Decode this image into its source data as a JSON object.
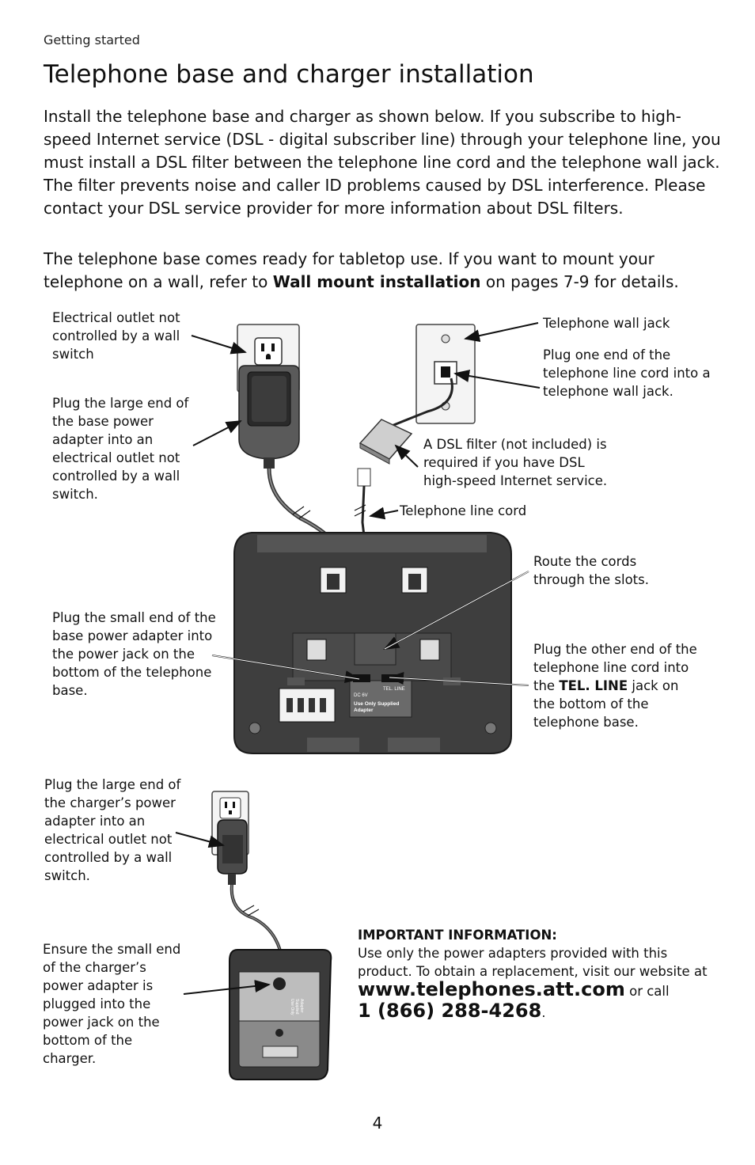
{
  "header": {
    "section": "Getting started"
  },
  "title": "Telephone base and charger installation",
  "intro": {
    "p1": "Install the telephone base and charger as shown below. If you subscribe to high-speed Internet service (DSL - digital subscriber line) through your telephone line, you must install a DSL filter between the telephone line cord and the telephone wall jack. The filter prevents noise and caller ID problems caused by DSL interference. Please contact your DSL service provider for more information about DSL filters.",
    "p2_before": "The telephone base comes ready for tabletop use. If you want to mount your telephone on a wall, refer to ",
    "p2_bold": "Wall mount installation",
    "p2_after": " on pages 7-9 for details."
  },
  "labels": {
    "outlet_not_switch": "Electrical outlet not controlled by a wall switch",
    "plug_large_base": "Plug the large end of the base power adapter into an electrical outlet not controlled by a wall switch.",
    "wall_jack": "Telephone wall jack",
    "plug_one_end": "Plug one end of the telephone line cord into a telephone wall jack.",
    "dsl_filter": "A DSL filter (not included) is required if you have DSL high-speed Internet service.",
    "line_cord": "Telephone line cord",
    "route_cords": "Route the cords through the slots.",
    "plug_small_base": "Plug the small end of the base power adapter into the power jack on the bottom of the telephone base.",
    "plug_other_before": "Plug the other end of the telephone line cord into the ",
    "plug_other_bold": "TEL. LINE",
    "plug_other_after": " jack on the bottom of the telephone base.",
    "plug_large_charger": "Plug the large end of the charger’s power adapter into an electrical outlet not controlled by a wall switch.",
    "ensure_small_charger": "Ensure the small end of the charger’s power adapter is plugged into the power jack on the bottom of the charger."
  },
  "device_text": {
    "dc": "DC 6V",
    "tel_line": "TEL. LINE",
    "use_only_1": "Use Only Supplied",
    "use_only_2": "Adapter",
    "charger_1": "Use Only",
    "charger_2": "Supplied",
    "charger_3": "Adapter"
  },
  "important": {
    "heading": "IMPORTANT INFORMATION:",
    "body": "Use only the power adapters provided with this product. To obtain a replacement, visit our website at ",
    "website": "www.telephones.att.com",
    "or_call": " or call",
    "phone": "1 (866) 288-4268",
    "period": "."
  },
  "page_number": "4"
}
